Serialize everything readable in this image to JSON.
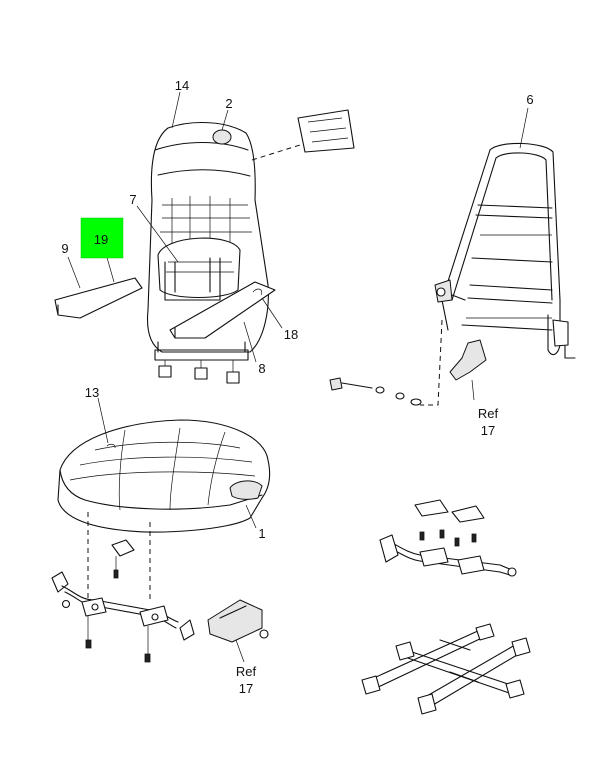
{
  "diagram": {
    "callouts": [
      {
        "id": "14",
        "text": "14"
      },
      {
        "id": "2",
        "text": "2"
      },
      {
        "id": "6",
        "text": "6"
      },
      {
        "id": "7",
        "text": "7"
      },
      {
        "id": "19",
        "text": "19"
      },
      {
        "id": "9",
        "text": "9"
      },
      {
        "id": "18",
        "text": "18"
      },
      {
        "id": "8",
        "text": "8"
      },
      {
        "id": "13",
        "text": "13"
      },
      {
        "id": "1",
        "text": "1"
      }
    ],
    "refs": [
      {
        "line1": "Ref",
        "line2": "17"
      },
      {
        "line1": "Ref",
        "line2": "17"
      }
    ],
    "highlight": {
      "color": "#00ff00",
      "callout": "19"
    },
    "ink_color": "#111111"
  }
}
